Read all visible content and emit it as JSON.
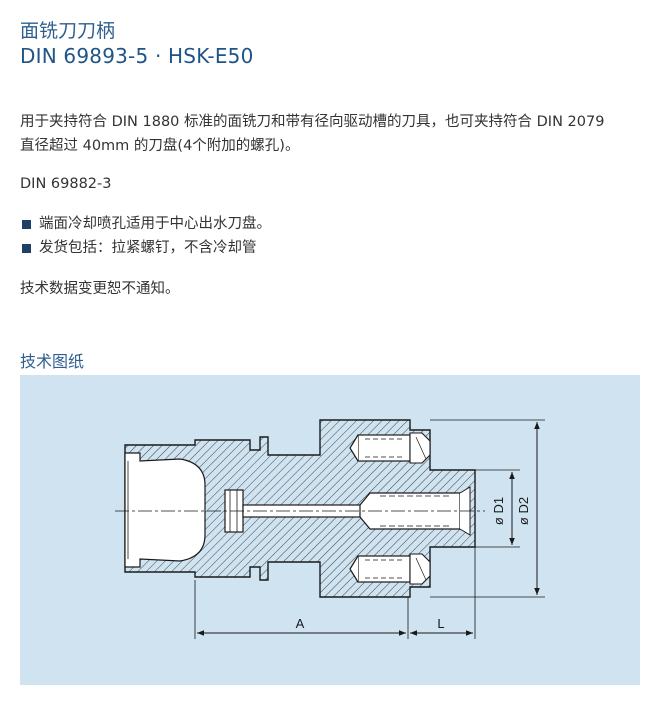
{
  "header": {
    "title_cn": "面铣刀刀柄",
    "title_din": "DIN 69893-5 · HSK-E50"
  },
  "description": "用于夹持符合 DIN 1880 标准的面铣刀和带有径向驱动槽的刀具，也可夹持符合 DIN 2079 直径超过 40mm 的刀盘(4个附加的螺孔)。",
  "standard": "DIN 69882-3",
  "bullets": [
    "端面冷却喷孔适用于中心出水刀盘。",
    "发货包括：拉紧螺钉，不含冷却管"
  ],
  "note": "技术数据变更恕不通知。",
  "drawing": {
    "section_title": "技术图纸",
    "labels": {
      "a": "A",
      "l": "L",
      "d1": "ø D1",
      "d2": "ø D2"
    },
    "colors": {
      "panel_bg": "#cfe3f1",
      "part_fill": "#ffffff",
      "line": "#1a1a1a",
      "title": "#2f5f8f"
    }
  }
}
